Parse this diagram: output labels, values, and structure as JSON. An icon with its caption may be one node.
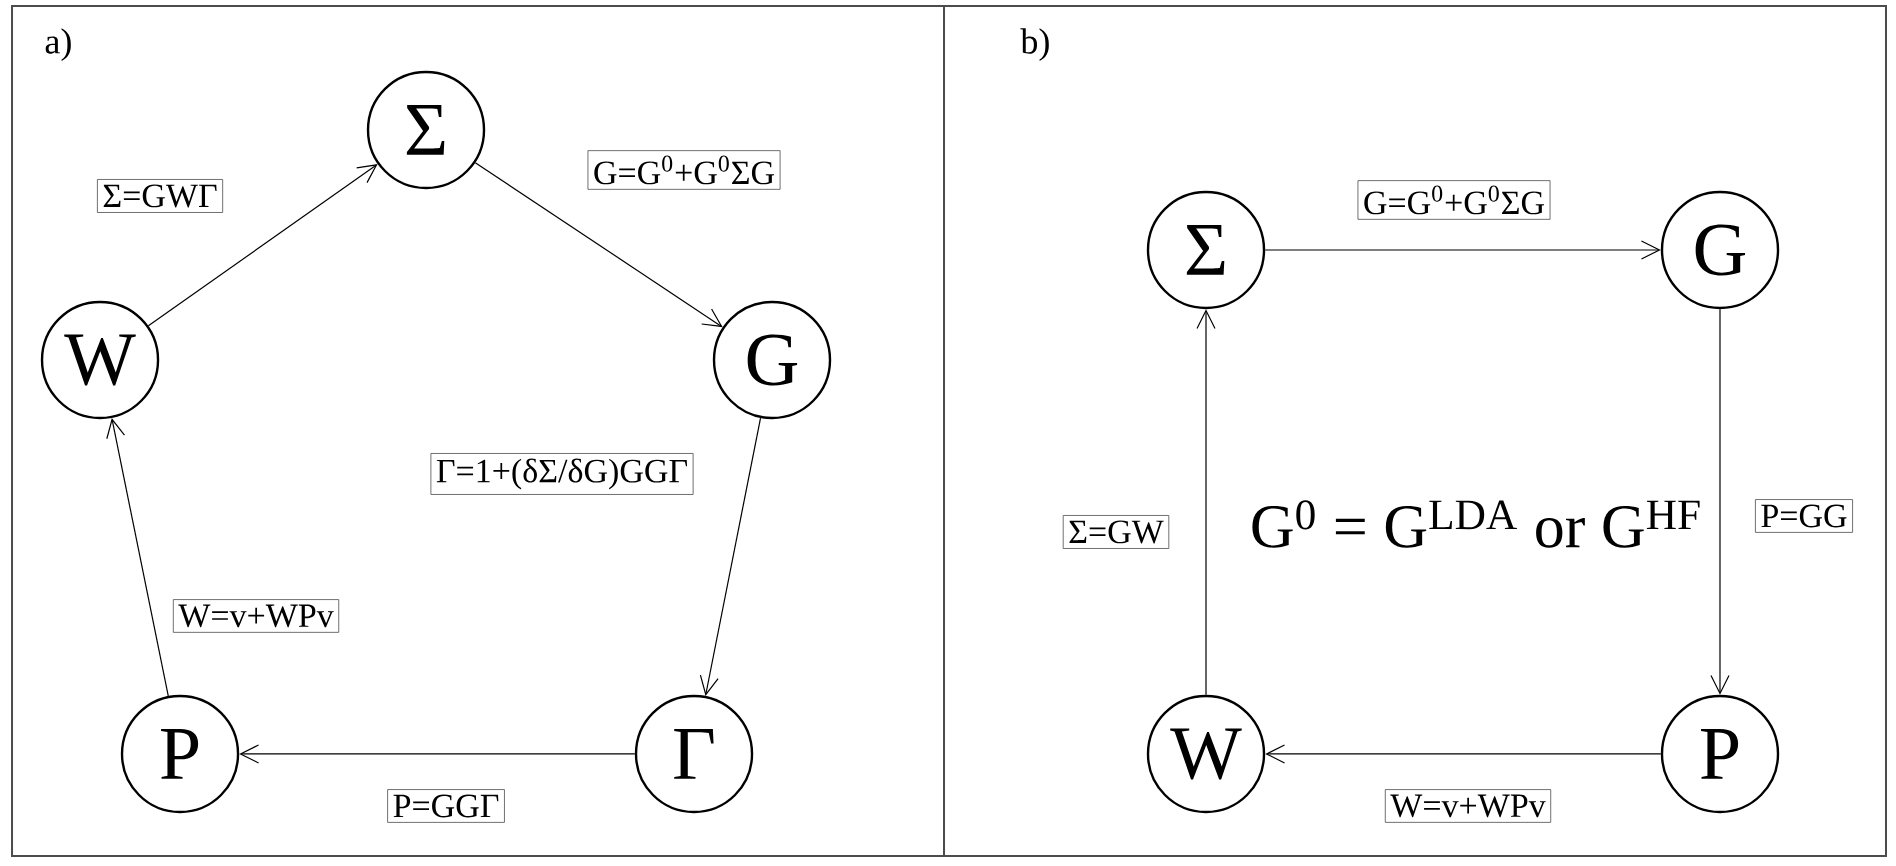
{
  "diagram": {
    "nodes": [
      {
        "text": [
          "Σ"
        ]
      },
      {
        "text": [
          "G"
        ]
      },
      {
        "text": [
          "Γ"
        ]
      },
      {
        "text": [
          "P"
        ]
      },
      {
        "text": [
          "W"
        ]
      },
      {
        "text": [
          "Σ"
        ]
      },
      {
        "text": [
          "G"
        ]
      },
      {
        "text": [
          "P"
        ]
      },
      {
        "text": [
          "W"
        ]
      }
    ],
    "edges": [
      {
        "from": 4,
        "to": 0,
        "arrow": "to",
        "label": "Σ=GWΓ"
      },
      {
        "from": 0,
        "to": 1,
        "arrow": "to",
        "label": "G=G$^{0}$+G$^{0}$ΣG"
      },
      {
        "from": 1,
        "to": 2,
        "arrow": "to",
        "label": "Γ=1+(δΣ/δG)GGΓ"
      },
      {
        "from": 2,
        "to": 3,
        "arrow": "to",
        "label": "P=GGΓ"
      },
      {
        "from": 3,
        "to": 4,
        "arrow": "to",
        "label": "W=v+WPv"
      },
      {
        "from": 5,
        "to": 6,
        "arrow": "to",
        "label": "G=G$^{0}$+G$^{0}$ΣG"
      },
      {
        "from": 6,
        "to": 7,
        "arrow": "to",
        "label": "P=GG"
      },
      {
        "from": 7,
        "to": 8,
        "arrow": "to",
        "label": "W=v+WPv"
      },
      {
        "from": 8,
        "to": 5,
        "arrow": "to",
        "label": "Σ=GW"
      }
    ],
    "labels": [
      "a)",
      "b)",
      "G$^{0}$ = G$^{LDA}$ or G$^{HF}$"
    ]
  }
}
